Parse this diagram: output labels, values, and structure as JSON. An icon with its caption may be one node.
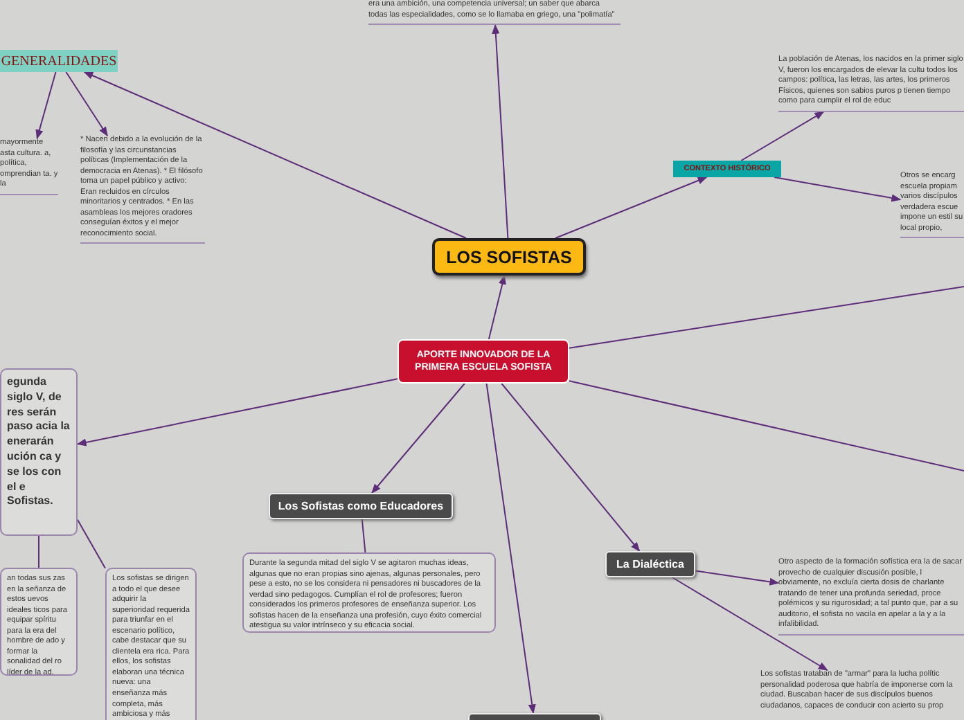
{
  "diagram": {
    "nodes": [
      {
        "text": [
          "LOS SOFISTAS"
        ]
      },
      {
        "text": [
          "era una ambición, una competencia universal; un saber que abarca todas las especialidades, como se lo llamaba en griego, una \"polimatía\""
        ]
      },
      {
        "text": [
          "GENERALIDADES"
        ]
      },
      {
        "text": [
          "mayormente asta cultura. a, política, omprendian ta. y la"
        ]
      },
      {
        "text": [
          "* Nacen debido a la evolución de la filosofía y las circunstancias políticas (Implementación de la democracia en Atenas). * El filósofo toma un papel público y activo: Eran recluidos en círculos minoritarios y centrados. * En las asambleas los mejores oradores conseguían éxitos y el mejor reconocimiento social."
        ]
      },
      {
        "text": [
          "CONTEXTO HISTÓRICO"
        ]
      },
      {
        "text": [
          "La población de Atenas, los nacidos en la primer siglo V, fueron los encargados de elevar la cultu todos los campos: política, las letras, las artes, los primeros Físicos, quienes son sabios puros p tienen tiempo como para cumplir el rol de educ"
        ]
      },
      {
        "text": [
          "Otros se encarg escuela propiam varios discípulos verdadera escue impone un estil su local propio,"
        ]
      },
      {
        "text": [
          "APORTE INNOVADOR DE LA PRIMERA ESCUELA SOFISTA"
        ]
      },
      {
        "text": [
          "egunda siglo V, de res serán paso acia la enerarán ución ca y se los con el e Sofistas."
        ]
      },
      {
        "text": [
          "an todas sus zas en la señanza de estos uevos ideales ticos para equipar spíritu para la era del hombre de ado y formar la sonalidad del ro líder de la ad."
        ]
      },
      {
        "text": [
          "Los sofistas se dirigen a todo el que desee adquirir la superioridad requerida para triunfar en el escenario político, cabe destacar que su clientela era rica. Para ellos, los sofistas elaboran una técnica nueva: una enseñanza más completa, más ambiciosa y más eficaz que la"
        ]
      },
      {
        "text": [
          "Los Sofistas como Educadores"
        ]
      },
      {
        "text": [
          "Durante la segunda mitad del siglo V se agitaron muchas ideas, algunas que no eran propias sino ajenas, algunas personales, pero pese a esto, no se los considera ni pensadores ni buscadores de la verdad sino pedagogos. Cumplían el rol de profesores; fueron considerados los primeros profesores de enseñanza superior. Los sofistas hacen de la enseñanza una profesión, cuyo éxito comercial atestigua su valor intrínseco y su eficacia social."
        ]
      },
      {
        "text": [
          "La Dialéctica"
        ]
      },
      {
        "text": [
          "Otro aspecto de la formación sofística era la de sacar provecho de cualquier discusión posible, l obviamente, no excluía cierta dosis de charlante tratando de tener una profunda seriedad, proce polémicos y su rigurosidad; a tal punto que, par a su auditorio, el sofista no vacila en apelar a la y a la infalibilidad."
        ]
      },
      {
        "text": [
          "Los sofistas trataban de \"armar\" para la lucha polític personalidad poderosa que habría de imponerse com la ciudad. Buscaban hacer de sus discípulos buenos ciudadanos, capaces de conducir con acierto su prop"
        ]
      },
      {
        "text": [],
        "shape": "box"
      }
    ],
    "edges": [
      {
        "from": 0,
        "to": 1,
        "arrow": "to"
      },
      {
        "from": 0,
        "to": 2,
        "arrow": "to"
      },
      {
        "from": 2,
        "to": 3,
        "arrow": "to"
      },
      {
        "from": 2,
        "to": 4,
        "arrow": "to"
      },
      {
        "from": 0,
        "to": 5,
        "arrow": "to"
      },
      {
        "from": 5,
        "to": 6,
        "arrow": "to"
      },
      {
        "from": 5,
        "to": 7,
        "arrow": "to"
      },
      {
        "from": 8,
        "to": 0,
        "arrow": "to"
      },
      {
        "from": 8,
        "to": null,
        "arrow": "none"
      },
      {
        "from": 8,
        "to": 9,
        "arrow": "to"
      },
      {
        "from": 8,
        "to": 12,
        "arrow": "to"
      },
      {
        "from": 8,
        "to": 17,
        "arrow": "to"
      },
      {
        "from": 8,
        "to": 14,
        "arrow": "to"
      },
      {
        "from": 8,
        "to": null,
        "arrow": "none"
      },
      {
        "from": 12,
        "to": 13,
        "arrow": "none"
      },
      {
        "from": 9,
        "to": 10,
        "arrow": "none"
      },
      {
        "from": 9,
        "to": 11,
        "arrow": "none"
      },
      {
        "from": 14,
        "to": 15,
        "arrow": "to"
      },
      {
        "from": 14,
        "to": 16,
        "arrow": "to"
      }
    ]
  }
}
